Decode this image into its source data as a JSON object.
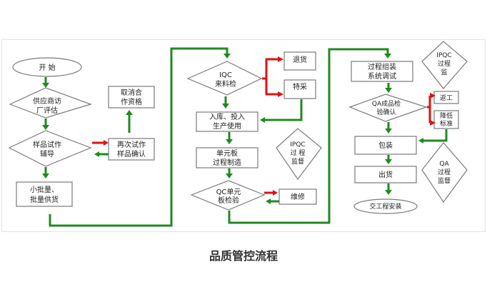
{
  "caption": "品质管控流程",
  "colors": {
    "flow": "#1f8a1f",
    "reject": "#e01010",
    "border": "#7a7a7a"
  },
  "nodes": {
    "start": [
      "开 始"
    ],
    "supplier_eval": [
      "供应商访",
      "厂评估"
    ],
    "cancel": [
      "取消合",
      "作资格"
    ],
    "sample_guide": [
      "样品试作",
      "辅导"
    ],
    "resample": [
      "再次试作",
      "样品确认"
    ],
    "small_batch": [
      "小批量、",
      "批量供货"
    ],
    "iqc": [
      "IQC",
      "来料检"
    ],
    "return_goods": [
      "退货"
    ],
    "special_buy": [
      "特采"
    ],
    "stock_in": [
      "入库、投入",
      "生产使用"
    ],
    "ipqc1": [
      "IPQC",
      "过 程",
      "监督"
    ],
    "unit_board": [
      "单元板",
      "过程制造"
    ],
    "qc_unit": [
      "QC单元",
      "板检验"
    ],
    "repair": [
      "维修"
    ],
    "assembly": [
      "过程组装",
      "系统调试"
    ],
    "ipqc2": [
      "IPQC",
      "过程",
      "监"
    ],
    "qa_check": [
      "QA成品检",
      "验确认"
    ],
    "rework": [
      "返工"
    ],
    "lower_std": [
      "降低",
      "标准"
    ],
    "packing": [
      "包装"
    ],
    "shipping": [
      "出货"
    ],
    "qa_supervise": [
      "QA",
      "过程",
      "监督"
    ],
    "install": [
      "交工程安装"
    ]
  }
}
